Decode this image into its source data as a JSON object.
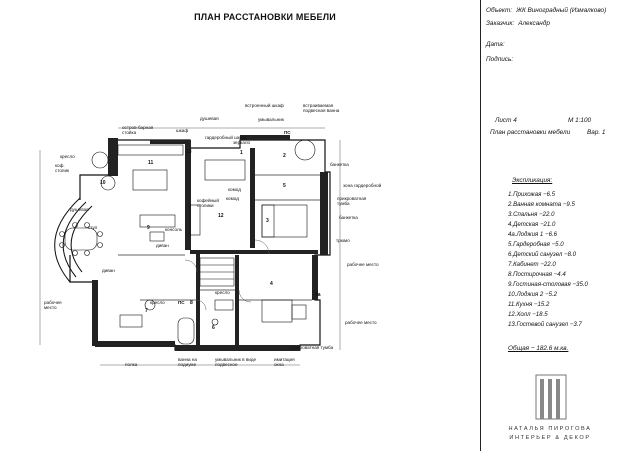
{
  "plan": {
    "title": "ПЛАН РАССТАНОВКИ МЕБЕЛИ",
    "room_numbers": [
      "1",
      "2",
      "3",
      "4",
      "4a",
      "5",
      "6",
      "7",
      "8",
      "9",
      "10",
      "11",
      "12",
      "13"
    ],
    "labels": {
      "built_in_closet": "встроенный шкаф",
      "vanity": "умывальник",
      "built_in_bath": "встраиваемая подвесная ванна",
      "island_bar": "остров-барная стойка",
      "closet": "шкаф",
      "wardrobe": "гардеробный шкаф",
      "shower": "душевая",
      "mirror": "зеркало",
      "armchair_1": "кресло",
      "coffee_table_1": "коф. столик",
      "chairs": "стул",
      "sofa": "диван",
      "coffee_tables_2": "кофейный столики",
      "console": "консоль",
      "dresser": "комод",
      "dresser_2": "комод",
      "bench": "банкетка",
      "bench_2": "банкетка",
      "wardrobe_zone": "зона гардеробной",
      "bedside_table": "прикроватная тумба",
      "desk": "рабочее место",
      "desk_2": "рабочее место",
      "desk_3": "рабочее место",
      "trumo": "трюмо",
      "shower_2": "душевая",
      "sofa_2": "диван",
      "armchair_2": "кресло",
      "armchair_3": "кресло",
      "bath_podium": "ванна на подиуме",
      "vanity_suspended": "умывальник в виде подвесное",
      "bedside_table_2": "прикроватная тумба",
      "window_sill": "имитация окна",
      "shelf": "полка",
      "ps": "ПС",
      "ps_2": "ПС"
    }
  },
  "panel": {
    "object_label": "Объект:",
    "object_value": "ЖК Виноградный (Измалково)",
    "client_label": "Заказчик:",
    "client_value": "Александр",
    "date_label": "Дата:",
    "signature_label": "Подпись:",
    "sheet_label": "Лист 4",
    "scale_label": "М 1:100",
    "plan_name": "План расстановки мебели",
    "version": "Вар. 1",
    "legend_title": "Экспликация:",
    "legend": [
      "1.Прихожая −6.5",
      "2.Ванная комната −9.5",
      "3.Спальня −22.0",
      "4.Детская −21.0",
      "4а.Лоджия 1 −6.6",
      "5.Гардеробная −5.0",
      "6.Детский санузел −8.0",
      "7.Кабинет −22.0",
      "8.Постирочная −4.4",
      "9.Гостиная-столовая −35.0",
      "10.Лоджия 2 −5.2",
      "11.Кухня −15.2",
      "12.Холл −18.5",
      "13.Гостевой санузел −3.7"
    ],
    "total": "Общая − 182.6 м.кв.",
    "logo_line1": "НАТАЛЬЯ ПИРОГОВА",
    "logo_line2": "ИНТЕРЬЕР & ДЕКОР"
  }
}
